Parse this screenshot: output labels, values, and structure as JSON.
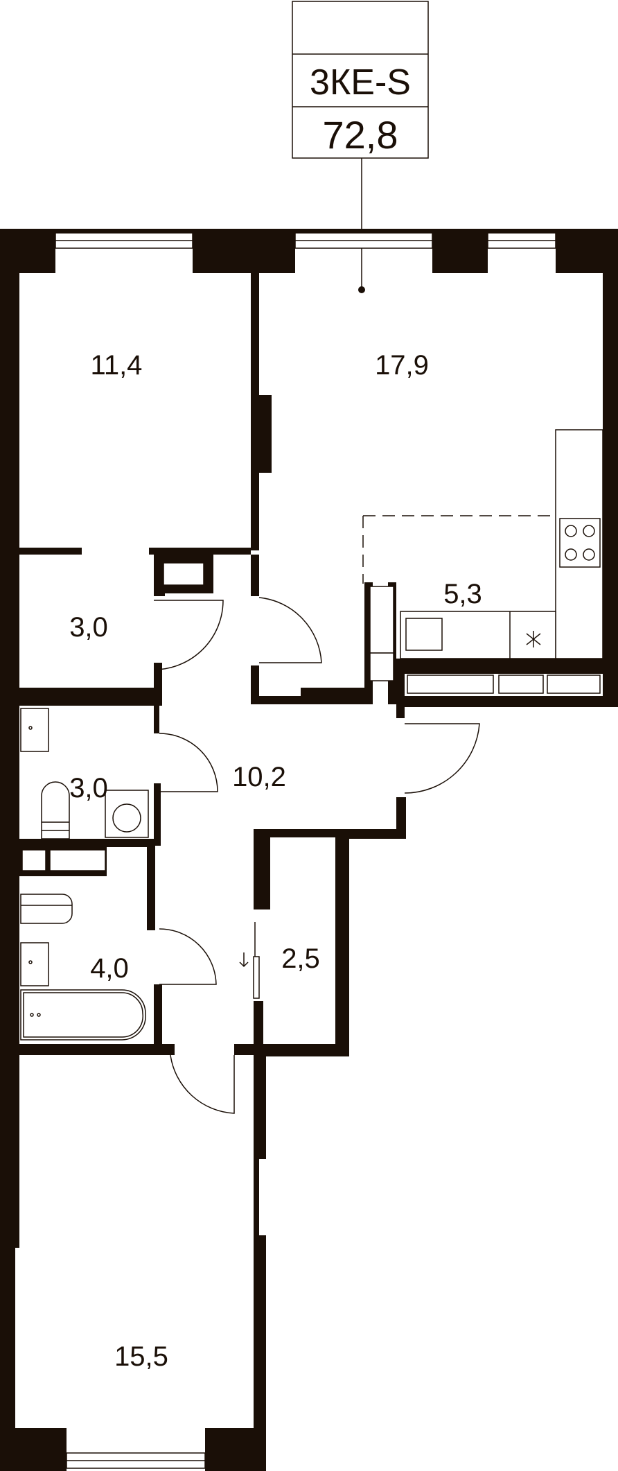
{
  "plan": {
    "apartment_type": "3КЕ-S",
    "total_area": "72,8",
    "rooms": [
      {
        "id": "bedroom-top",
        "area": "11,4"
      },
      {
        "id": "living-room",
        "area": "17,9"
      },
      {
        "id": "kitchen",
        "area": "5,3"
      },
      {
        "id": "storage-top",
        "area": "3,0"
      },
      {
        "id": "hall",
        "area": "10,2"
      },
      {
        "id": "wc",
        "area": "3,0"
      },
      {
        "id": "bathroom",
        "area": "4,0"
      },
      {
        "id": "closet",
        "area": "2,5"
      },
      {
        "id": "bedroom-bottom",
        "area": "15,5"
      }
    ]
  }
}
